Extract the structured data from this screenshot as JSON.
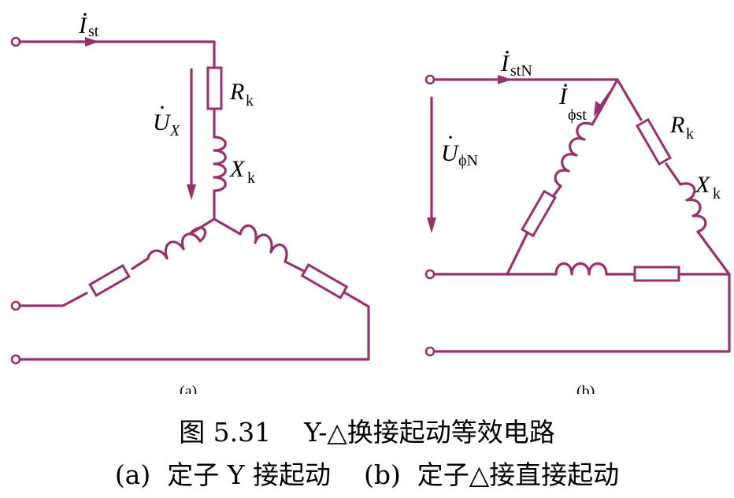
{
  "diagram_a": {
    "current": {
      "symbol": "I",
      "dot": "·",
      "sub": "st"
    },
    "voltage": {
      "symbol": "U",
      "dot": "·",
      "sub": "X"
    },
    "resistor": {
      "symbol": "R",
      "sub": "k"
    },
    "reactance": {
      "symbol": "X",
      "sub": "k"
    },
    "panel_label": "(a)"
  },
  "diagram_b": {
    "line_current": {
      "symbol": "I",
      "dot": "·",
      "sub": "stN"
    },
    "phase_current": {
      "symbol": "I",
      "dot": "·",
      "sub": "ϕst"
    },
    "voltage": {
      "symbol": "U",
      "dot": "·",
      "sub": "ϕN"
    },
    "resistor": {
      "symbol": "R",
      "sub": "k"
    },
    "reactance": {
      "symbol": "X",
      "sub": "k"
    },
    "panel_label": "(b)"
  },
  "caption": {
    "title": "图 5.31    Y-△换接起动等效电路",
    "subtitle": "(a)  定子 Y 接起动    (b)  定子△接直接起动"
  },
  "colors": {
    "wire": "#98306e",
    "text": "#000000"
  }
}
